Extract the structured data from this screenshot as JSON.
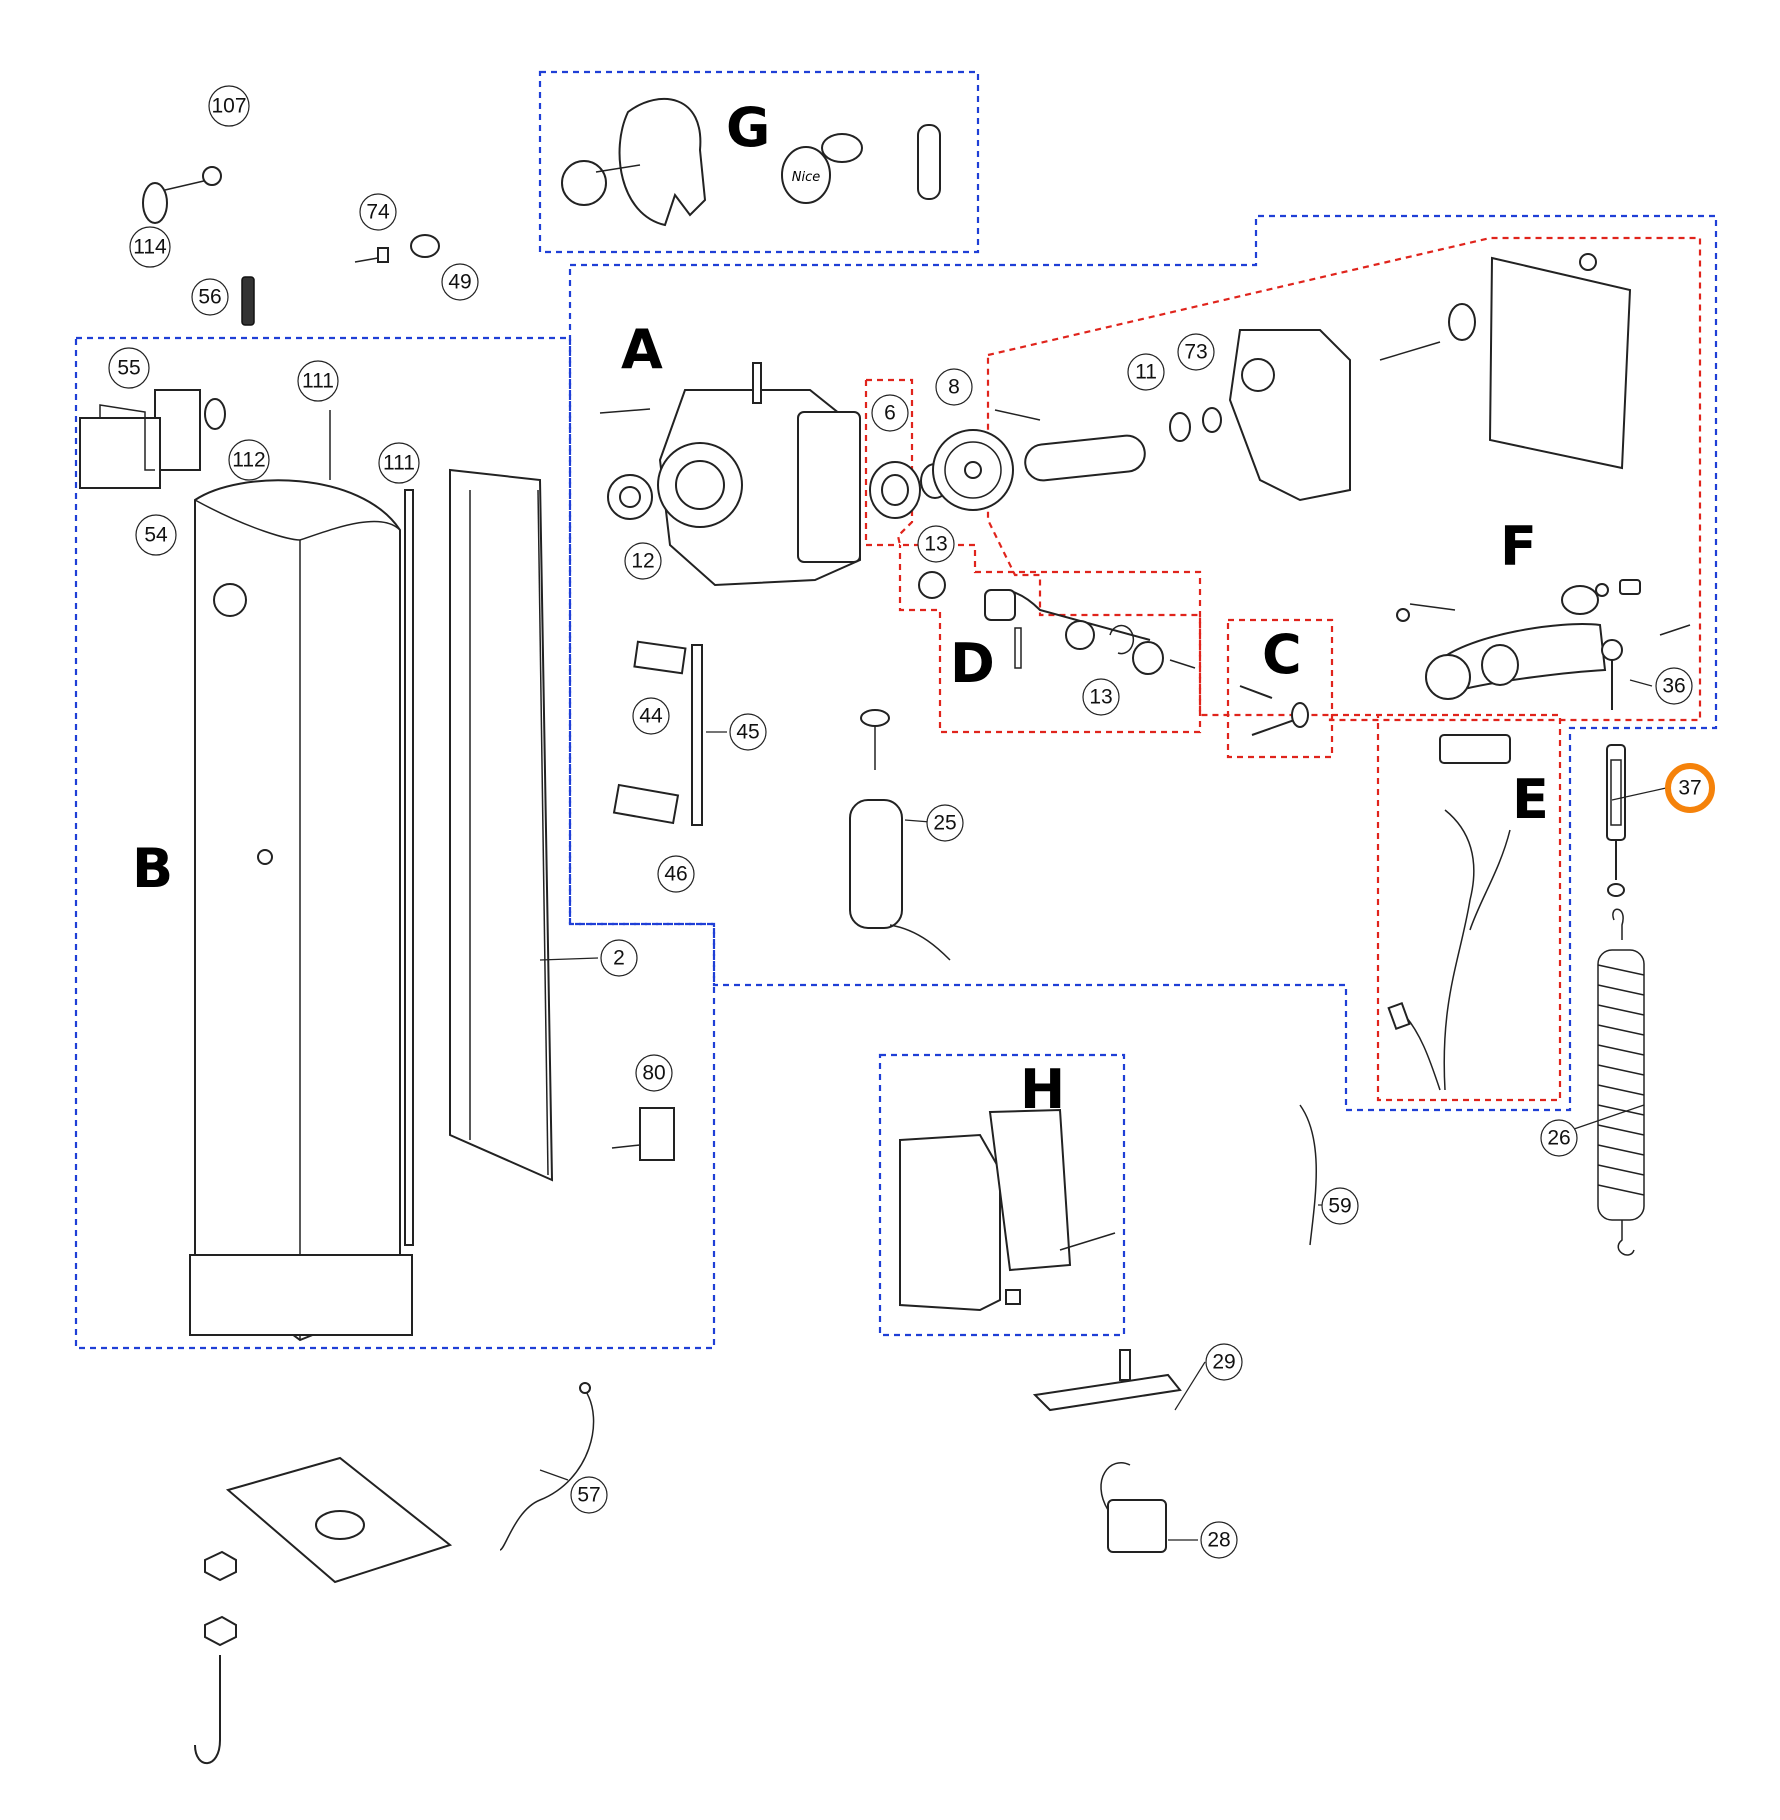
{
  "groups": [
    {
      "id": "A",
      "label": "A",
      "border": "blue"
    },
    {
      "id": "B",
      "label": "B",
      "border": "blue"
    },
    {
      "id": "C",
      "label": "C",
      "border": "red"
    },
    {
      "id": "D",
      "label": "D",
      "border": "red"
    },
    {
      "id": "E",
      "label": "E",
      "border": "red"
    },
    {
      "id": "F",
      "label": "F",
      "border": "red"
    },
    {
      "id": "G",
      "label": "G",
      "border": "blue"
    },
    {
      "id": "H",
      "label": "H",
      "border": "blue"
    }
  ],
  "callouts": {
    "p107": "107",
    "p114": "114",
    "p56": "56",
    "p74": "74",
    "p49": "49",
    "p55": "55",
    "p112": "112",
    "p54": "54",
    "p111a": "111",
    "p111b": "111",
    "p12": "12",
    "p6": "6",
    "p8": "8",
    "p11": "11",
    "p73": "73",
    "p13a": "13",
    "p13b": "13",
    "p44": "44",
    "p45": "45",
    "p46": "46",
    "p25": "25",
    "p2": "2",
    "p36": "36",
    "p37": "37",
    "p26": "26",
    "p80": "80",
    "p59": "59",
    "p29": "29",
    "p57": "57",
    "p28": "28"
  },
  "highlighted_part": "37",
  "colors": {
    "assembly_border": "#1f3fd6",
    "subassembly_border": "#e0241c",
    "highlight": "#f5820a"
  },
  "logo_text": "Nice"
}
